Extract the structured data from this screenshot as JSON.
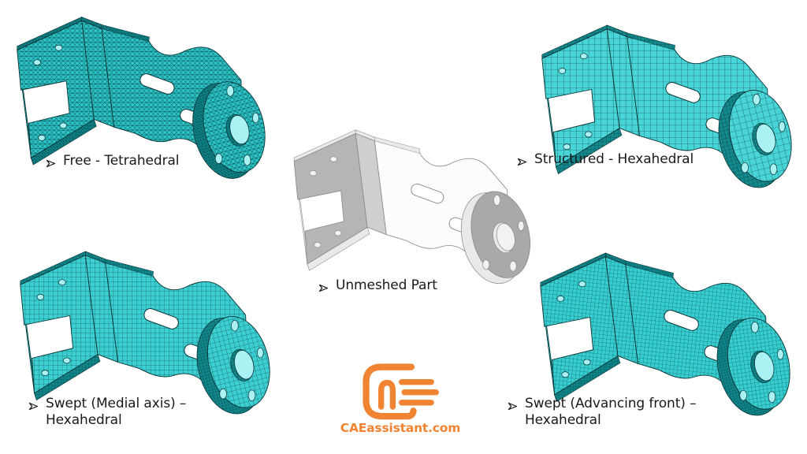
{
  "figures": {
    "free_tetrahedral": {
      "label": "Free - Tetrahedral"
    },
    "structured_hex": {
      "label": "Structured - Hexahedral"
    },
    "unmeshed": {
      "label": "Unmeshed Part"
    },
    "swept_medial": {
      "label": "Swept (Medial axis) –\nHexahedral"
    },
    "swept_advancing": {
      "label": "Swept (Advancing front) –\nHexahedral"
    }
  },
  "branding": {
    "site": "CAEassistant.com",
    "logo_color": "#f18433"
  },
  "colors": {
    "background": "#ffffff",
    "mesh_teal_face": "#2cc6c9",
    "mesh_teal_dark": "#0e868b",
    "mesh_line": "#0a3233",
    "unmeshed_gray": "#b5b5b5"
  },
  "icons": {
    "bullet": "arrow-bullet-icon",
    "logo": "caeassistant-logo-icon"
  }
}
